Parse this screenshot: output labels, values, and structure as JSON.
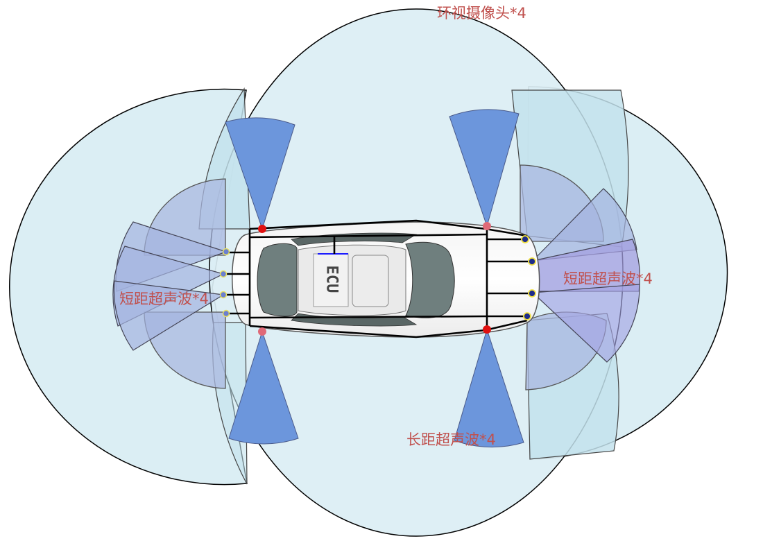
{
  "labels": {
    "camera": "环视摄像头*4",
    "short_left": "短距超声波*4",
    "short_right": "短距超声波*4",
    "long": "长距超声波*4",
    "ecu": "ECU"
  },
  "colors": {
    "camera_zone": "#dbeef4",
    "long_zone": "#cde6ef",
    "short_zone": "#aab8e0",
    "cone": "#6c96dc",
    "label": "#c0504d",
    "sensor_red": "#e01010",
    "sensor_pink": "#e06a78"
  }
}
